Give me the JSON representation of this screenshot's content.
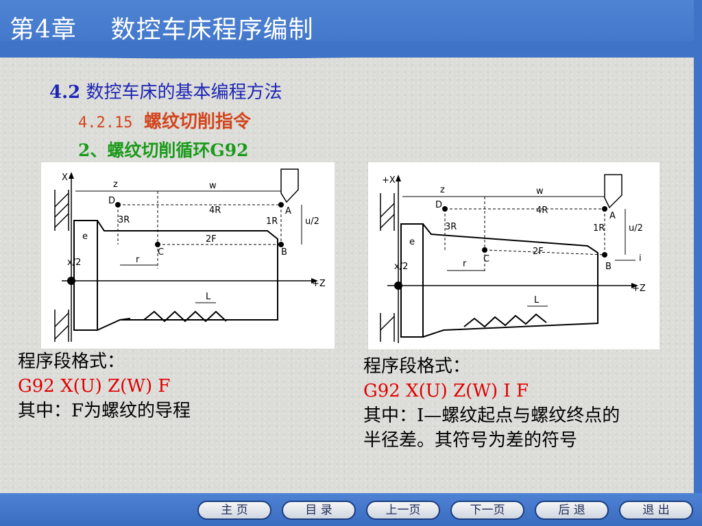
{
  "header": {
    "title": "第4章    数控车床程序编制"
  },
  "section": {
    "number": "4.2",
    "title": "数控车床的基本编程方法"
  },
  "subsection": {
    "number": "4.2.15",
    "title": "螺纹切削指令"
  },
  "item": {
    "label": "2、螺纹切削循环G92"
  },
  "diagram_left": {
    "x_axis": "X",
    "z_axis": "+Z",
    "z": "z",
    "w": "w",
    "D": "D",
    "A": "A",
    "B": "B",
    "C": "C",
    "r3": "3R",
    "r4": "4R",
    "r1": "1R",
    "f2": "2F",
    "u2": "u/2",
    "x2": "x/2",
    "e": "e",
    "r": "r",
    "L": "L"
  },
  "diagram_right": {
    "x_axis": "+X",
    "z_axis": "+Z",
    "z": "z",
    "w": "w",
    "D": "D",
    "A": "A",
    "B": "B",
    "C": "C",
    "r3": "3R",
    "r4": "4R",
    "r1": "1R",
    "f2": "2F",
    "u2": "u/2",
    "x2": "x/2",
    "e": "e",
    "r": "r",
    "L": "L",
    "i": "i"
  },
  "left_text": {
    "label": "程序段格式：",
    "code": "G92 X(U) Z(W)  F",
    "note": "其中：F为螺纹的导程"
  },
  "right_text": {
    "label": "程序段格式：",
    "code": "G92 X(U) Z(W) I  F",
    "note1": "其中：I—螺纹起点与螺纹终点的",
    "note2": "半径差。其符号为差的符号"
  },
  "nav": {
    "home": "主  页",
    "toc": "目  录",
    "prev": "上一页",
    "next": "下一页",
    "back": "后  退",
    "exit": "退  出"
  }
}
